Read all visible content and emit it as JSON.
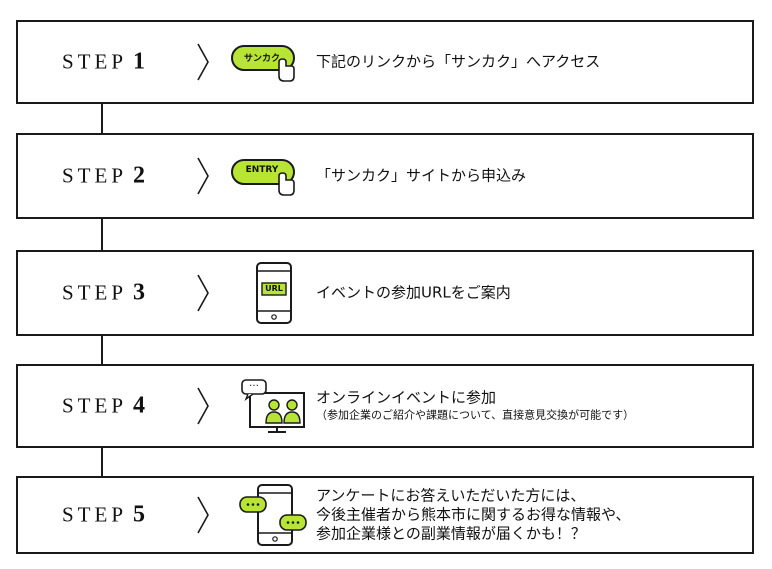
{
  "steps": [
    {
      "label": "STEP",
      "num": "1",
      "button_text": "サンカク",
      "lines": [
        "下記のリンクから「サンカク」へアクセス"
      ]
    },
    {
      "label": "STEP",
      "num": "2",
      "button_text": "ENTRY",
      "lines": [
        "「サンカク」サイトから申込み"
      ]
    },
    {
      "label": "STEP",
      "num": "3",
      "screen_text": "URL",
      "lines": [
        "イベントの参加URLをご案内"
      ]
    },
    {
      "label": "STEP",
      "num": "4",
      "bubble_text": "…",
      "lines": [
        "オンラインイベントに参加"
      ],
      "sub": "（参加企業のご紹介や課題について、直接意見交換が可能です）"
    },
    {
      "label": "STEP",
      "num": "5",
      "bubble_text": "…",
      "lines": [
        "アンケートにお答えいただいた方には、",
        "今後主催者から熊本市に関するお得な情報や、",
        "参加企業様との副業情報が届くかも！？"
      ]
    }
  ],
  "colors": {
    "accent": "#b8e436",
    "accent_light": "#eaf8c0",
    "border": "#1a1a1a"
  },
  "icons": [
    "hand-pointer-icon",
    "smartphone-icon",
    "video-call-icon",
    "chat-bubble-icon",
    "chevron-right-icon"
  ]
}
